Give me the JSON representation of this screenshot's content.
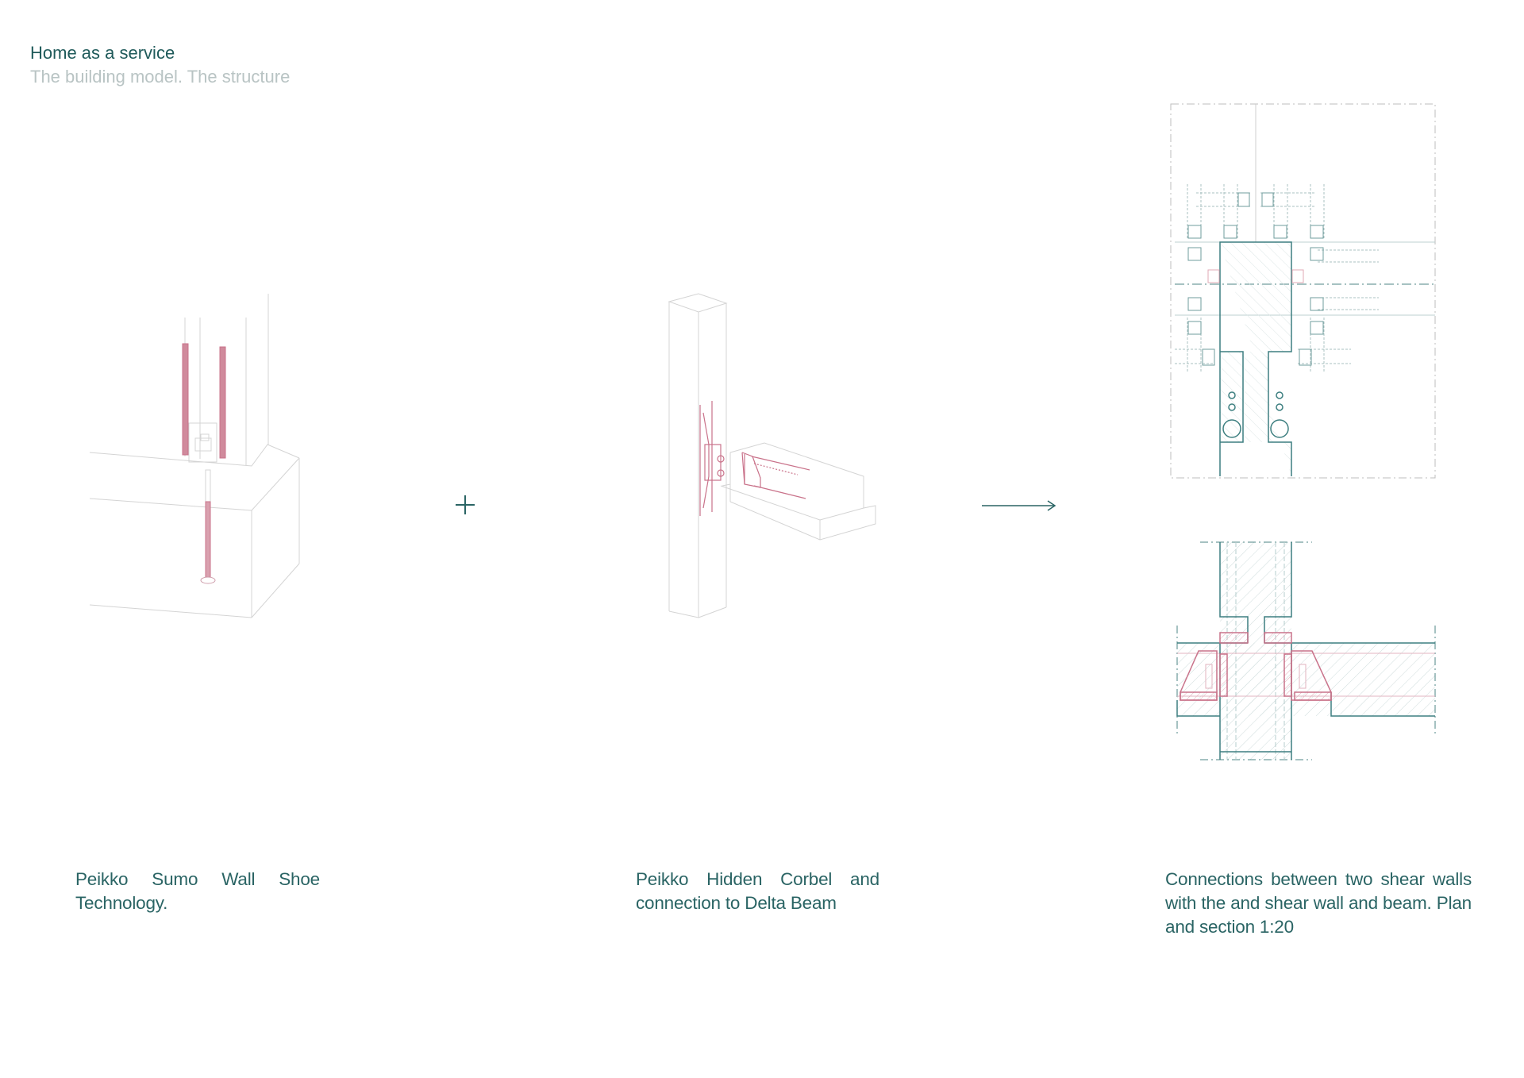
{
  "header": {
    "title": "Home as a service",
    "subtitle": "The building model. The structure"
  },
  "panels": [
    {
      "caption": "Peikko Sumo Wall Shoe Technology."
    },
    {
      "caption": "Peikko Hidden Corbel and connection to Delta Beam"
    },
    {
      "caption": "Connections between two shear walls with the and shear wall and beam. Plan and section 1:20"
    }
  ],
  "symbols": {
    "plus": "plus-icon",
    "arrow": "arrow-right-icon"
  },
  "colors": {
    "teal": "#3d7f80",
    "pink": "#c9728a",
    "line": "#cfcfcf",
    "title": "#1f5a5a",
    "subtitle": "#b9c4c4"
  }
}
